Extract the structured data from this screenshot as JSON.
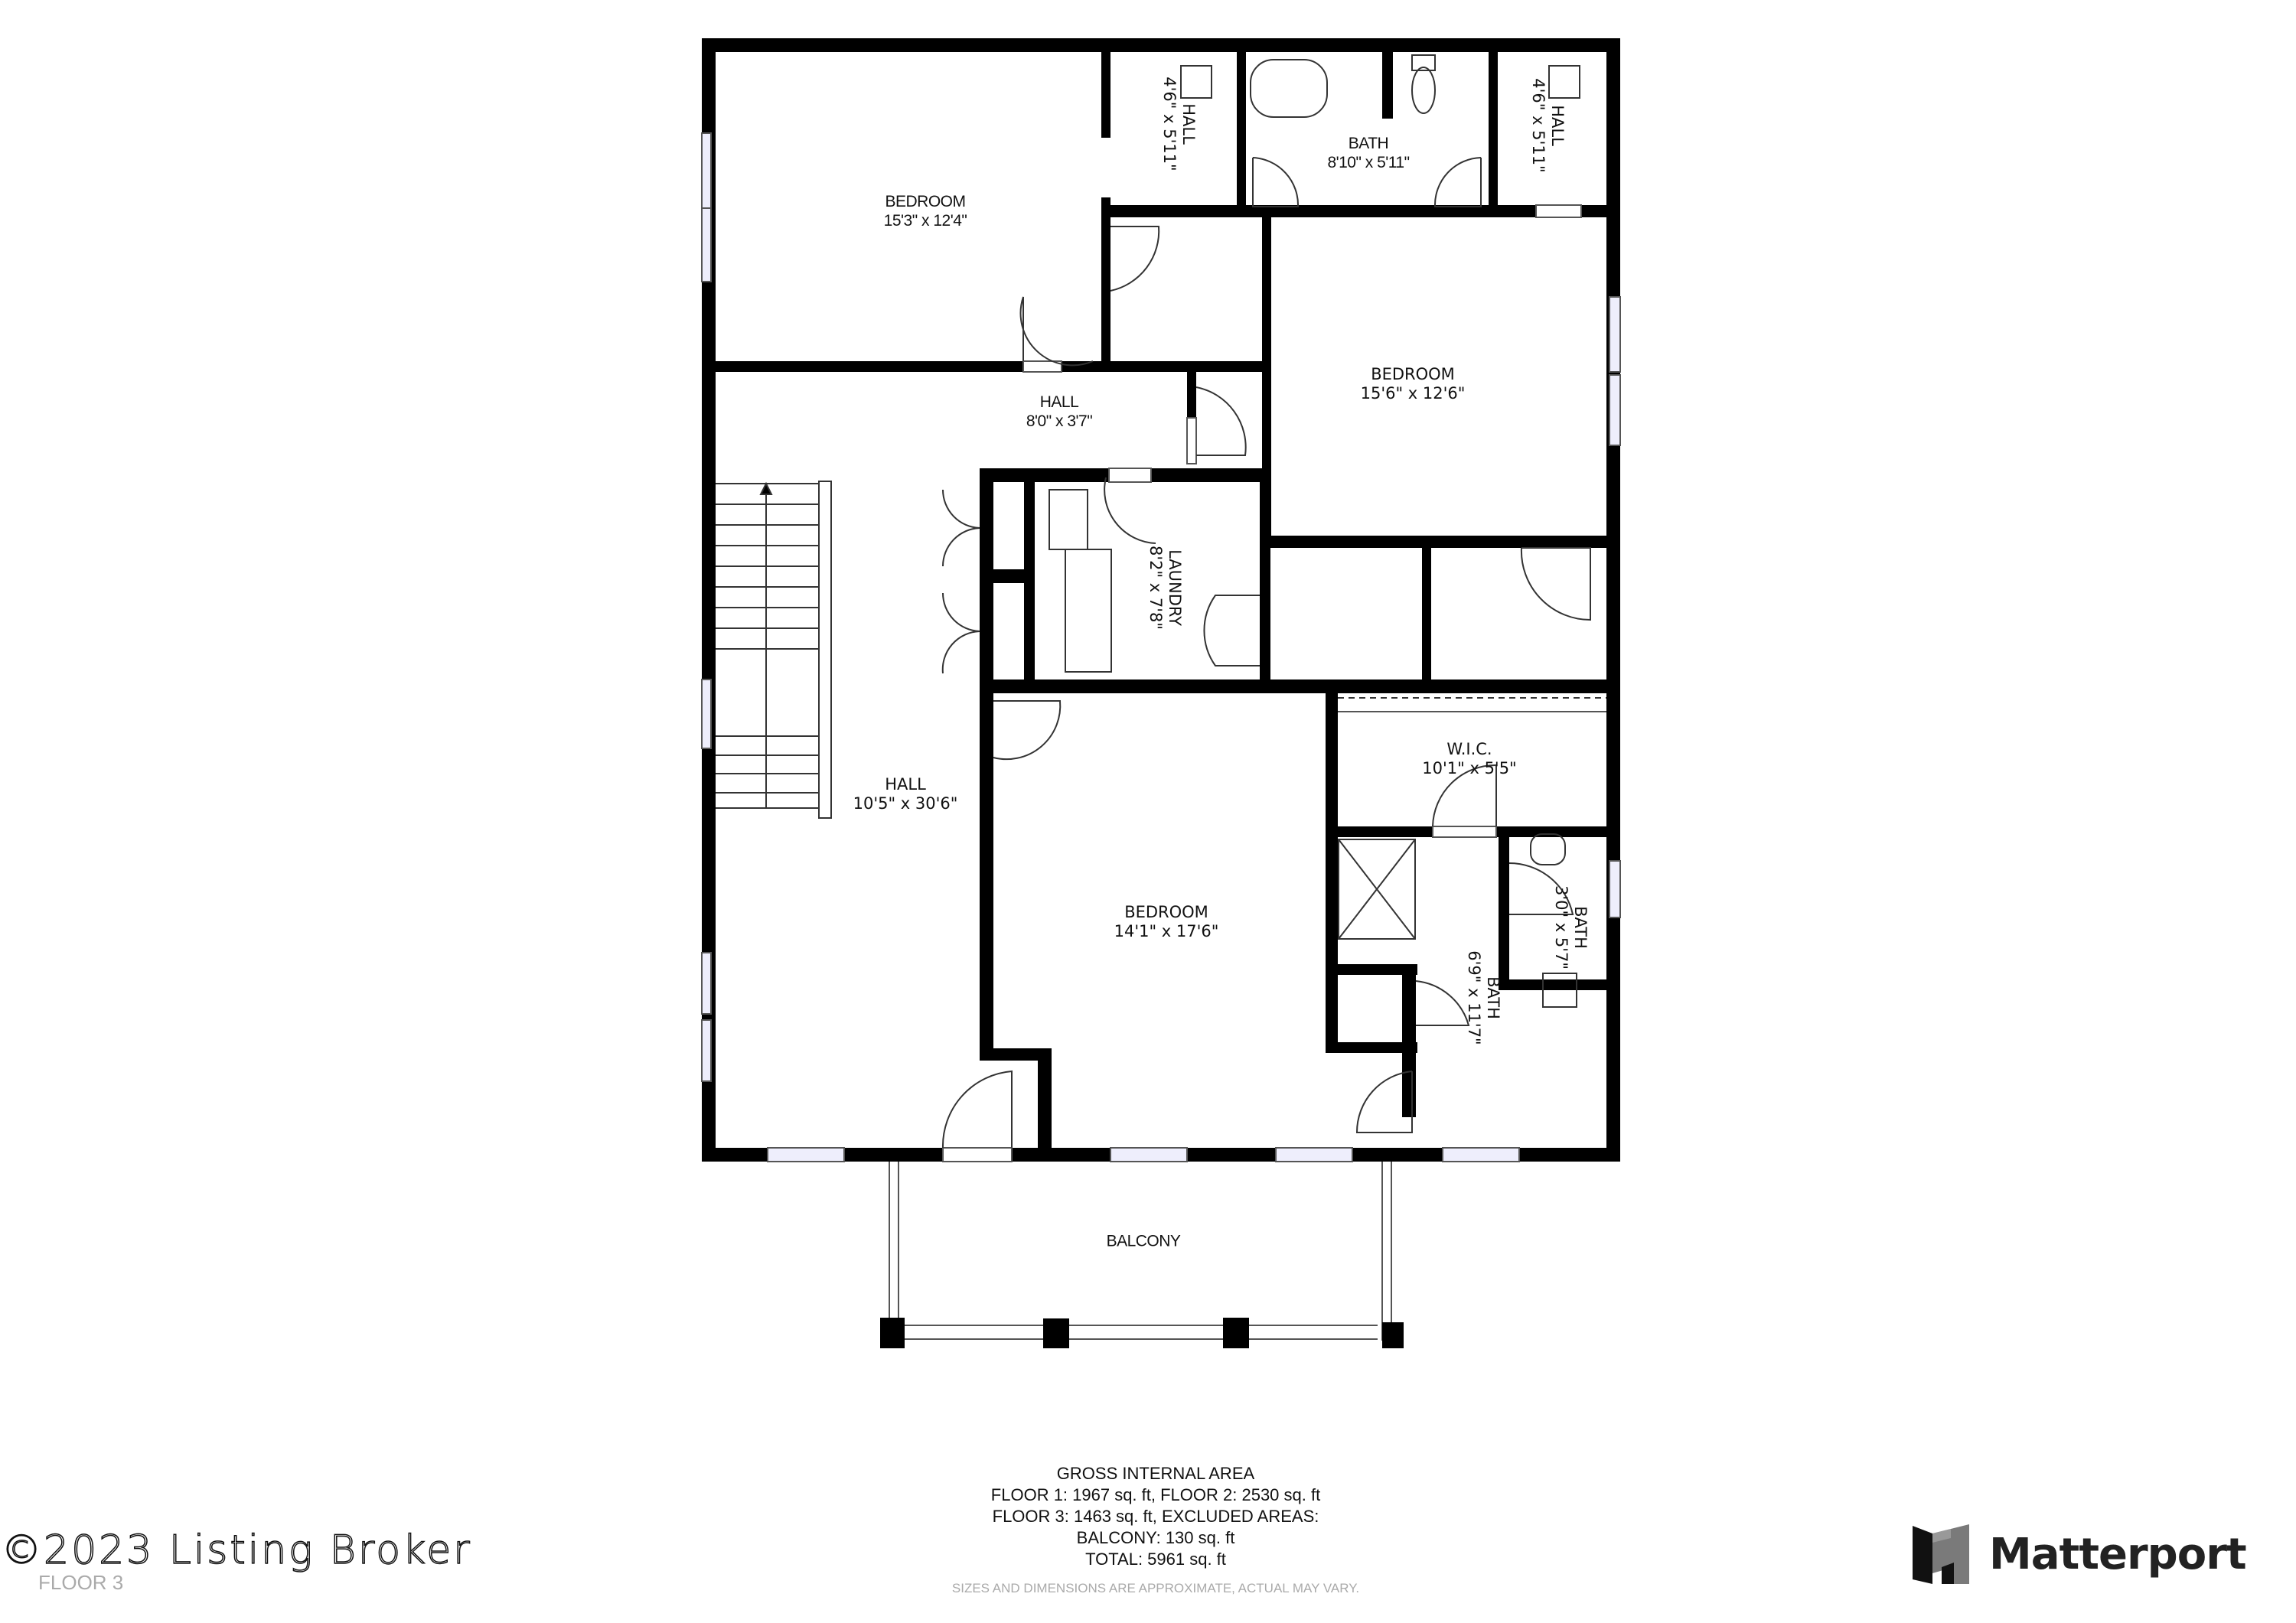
{
  "floor": {
    "name": "FLOOR 3",
    "colors": {
      "wall": "#000000",
      "window_fill": "#eeeefc",
      "line": "#555555",
      "background": "#ffffff"
    }
  },
  "rooms": [
    {
      "id": "bedroom-nw",
      "name": "BEDROOM",
      "dims": "15'3\" x 12'4\""
    },
    {
      "id": "hall-nw",
      "name": "HALL",
      "dims": "4'6\" x 5'11\""
    },
    {
      "id": "bath-top",
      "name": "BATH",
      "dims": "8'10\" x 5'11\""
    },
    {
      "id": "hall-ne",
      "name": "HALL",
      "dims": "4'6\" x 5'11\""
    },
    {
      "id": "bedroom-ne",
      "name": "BEDROOM",
      "dims": "15'6\" x 12'6\""
    },
    {
      "id": "hall-mid",
      "name": "HALL",
      "dims": "8'0\" x 3'7\""
    },
    {
      "id": "laundry",
      "name": "LAUNDRY",
      "dims": "8'2\" x 7'8\""
    },
    {
      "id": "hall-main",
      "name": "HALL",
      "dims": "10'5\" x 30'6\""
    },
    {
      "id": "wic",
      "name": "W.I.C.",
      "dims": "10'1\" x 5'5\""
    },
    {
      "id": "bedroom-s",
      "name": "BEDROOM",
      "dims": "14'1\" x 17'6\""
    },
    {
      "id": "bath-small",
      "name": "BATH",
      "dims": "3'0\" x 5'7\""
    },
    {
      "id": "bath-master",
      "name": "BATH",
      "dims": "6'9\" x 11'7\""
    },
    {
      "id": "balcony",
      "name": "BALCONY",
      "dims": ""
    }
  ],
  "area_summary": {
    "title": "GROSS INTERNAL AREA",
    "line1": "FLOOR 1: 1967 sq. ft, FLOOR 2: 2530 sq. ft",
    "line2": "FLOOR 3: 1463 sq. ft, EXCLUDED AREAS:",
    "line3": "BALCONY: 130 sq. ft",
    "line4": "TOTAL: 5961 sq. ft",
    "disclaimer": "SIZES AND DIMENSIONS ARE APPROXIMATE, ACTUAL MAY VARY."
  },
  "watermark": {
    "copyright": "©2023 Listing Broker"
  },
  "brand": {
    "name": "Matterport",
    "icon": "matterport-logo-icon"
  }
}
